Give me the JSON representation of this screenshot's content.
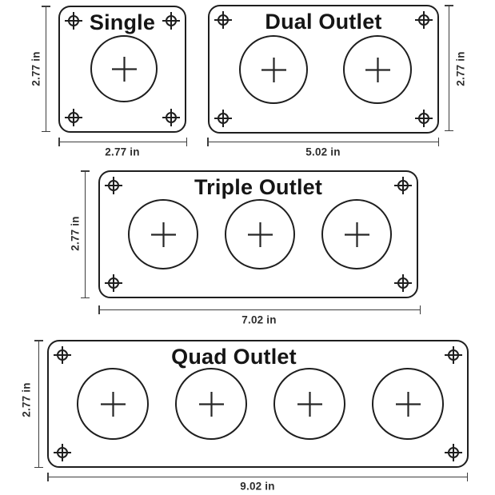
{
  "diagram": {
    "description": "Outlet panel size drawing",
    "units": "in",
    "colors": {
      "line": "#1e1e1e",
      "dimension_line": "#3d3d3d",
      "background": "#ffffff",
      "text": "#151515"
    },
    "panels": [
      {
        "id": "single",
        "title": "Single",
        "outlets": 1,
        "width_label": "2.77 in",
        "height_label": "2.77 in",
        "width_in": 2.77,
        "height_in": 2.77
      },
      {
        "id": "dual",
        "title": "Dual Outlet",
        "outlets": 2,
        "width_label": "5.02 in",
        "height_label": "2.77 in",
        "width_in": 5.02,
        "height_in": 2.77
      },
      {
        "id": "triple",
        "title": "Triple Outlet",
        "outlets": 3,
        "width_label": "7.02 in",
        "height_label": "2.77 in",
        "width_in": 7.02,
        "height_in": 2.77
      },
      {
        "id": "quad",
        "title": "Quad Outlet",
        "outlets": 4,
        "width_label": "9.02 in",
        "height_label": "2.77 in",
        "width_in": 9.02,
        "height_in": 2.77
      }
    ]
  }
}
